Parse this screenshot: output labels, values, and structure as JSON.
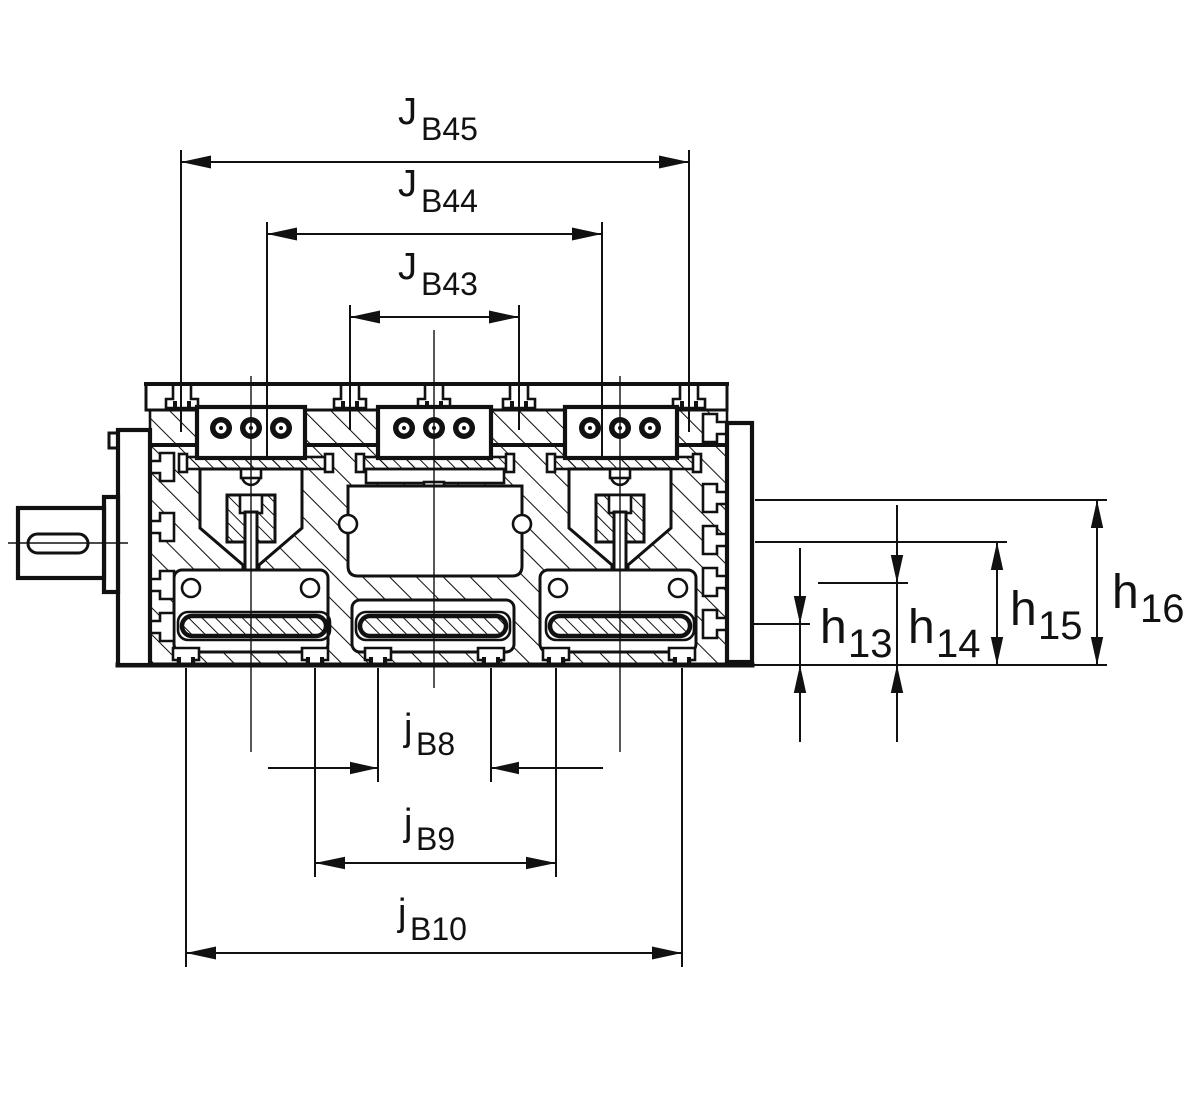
{
  "page": {
    "background": "#ffffff",
    "line_color": "#111111",
    "description": "Cross-section engineering drawing of a multi-rail linear actuator module with dimension callouts"
  },
  "dimensions": {
    "top": [
      {
        "id": "JB45",
        "main": "J",
        "sub": "B45"
      },
      {
        "id": "JB44",
        "main": "J",
        "sub": "B44"
      },
      {
        "id": "JB43",
        "main": "J",
        "sub": "B43"
      }
    ],
    "bottom": [
      {
        "id": "jB8",
        "main": "j",
        "sub": "B8"
      },
      {
        "id": "jB9",
        "main": "j",
        "sub": "B9"
      },
      {
        "id": "jB10",
        "main": "j",
        "sub": "B10"
      }
    ],
    "right": [
      {
        "id": "h13",
        "main": "h",
        "sub": "13"
      },
      {
        "id": "h14",
        "main": "h",
        "sub": "14"
      },
      {
        "id": "h15",
        "main": "h",
        "sub": "15"
      },
      {
        "id": "h16",
        "main": "h",
        "sub": "16"
      }
    ]
  }
}
